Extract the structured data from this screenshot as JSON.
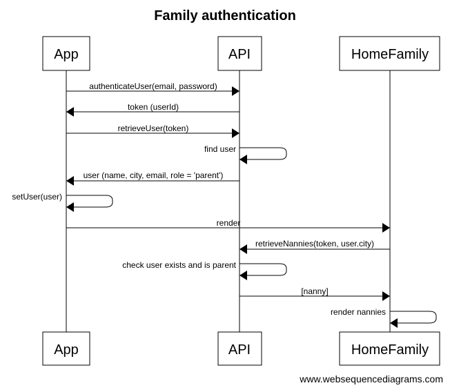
{
  "title": "Family authentication",
  "participants": [
    {
      "id": "app",
      "label": "App"
    },
    {
      "id": "api",
      "label": "API"
    },
    {
      "id": "home",
      "label": "HomeFamily"
    }
  ],
  "messages": [
    {
      "from": "app",
      "to": "api",
      "label": "authenticateUser(email, password)"
    },
    {
      "from": "api",
      "to": "app",
      "label": "token (userId)"
    },
    {
      "from": "app",
      "to": "api",
      "label": "retrieveUser(token)"
    },
    {
      "from": "api",
      "to": "api",
      "label": "find user"
    },
    {
      "from": "api",
      "to": "app",
      "label": "user (name, city, email, role = 'parent')"
    },
    {
      "from": "app",
      "to": "app",
      "label": "setUser(user)"
    },
    {
      "from": "app",
      "to": "home",
      "label": "render"
    },
    {
      "from": "home",
      "to": "api",
      "label": "retrieveNannies(token, user.city)"
    },
    {
      "from": "api",
      "to": "api",
      "label": "check user exists and is parent"
    },
    {
      "from": "api",
      "to": "home",
      "label": "[nanny]"
    },
    {
      "from": "home",
      "to": "home",
      "label": "render nannies"
    }
  ],
  "watermark": "www.websequencediagrams.com"
}
